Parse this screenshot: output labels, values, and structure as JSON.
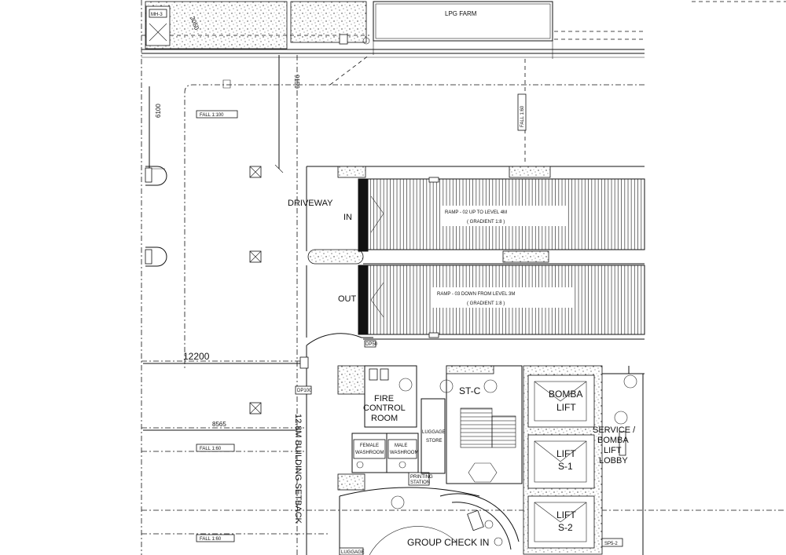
{
  "labels": {
    "lpg_farm": "LPG FARM",
    "mh": "MH-3",
    "dim_3050": "3050",
    "dim_9150": "9150",
    "dim_6100": "6100",
    "dim_12200": "12200",
    "dim_8565": "8565",
    "fall_100": "FALL 1:100",
    "fall_60_a": "FALL 1:60",
    "fall_60_b": "FALL 1:60",
    "fall_60_vert": "FALL 1:60",
    "driveway": "DRIVEWAY",
    "in": "IN",
    "out": "OUT",
    "ramp_up_1": "RAMP - 02 UP TO LEVEL 4M",
    "ramp_up_2": "( GRADIENT 1:8 )",
    "ramp_down_1": "RAMP - 03 DOWN FROM LEVEL 3M",
    "ramp_down_2": "( GRADIENT 1:8 )",
    "setback": "12.8M BUILDING SETBACK",
    "fire_control_1": "FIRE",
    "fire_control_2": "CONTROL",
    "fire_control_3": "ROOM",
    "female_wash_1": "FEMALE",
    "female_wash_2": "WASHROOM",
    "male_wash_1": "MALE",
    "male_wash_2": "WASHROOM",
    "luggage_store_1": "LUGGAGE",
    "luggage_store_2": "STORE",
    "printing_1": "PRINTING",
    "printing_2": "STATION",
    "stair": "ST-C",
    "bomba_lift_1": "BOMBA",
    "bomba_lift_2": "LIFT",
    "lobby_1": "SERVICE /",
    "lobby_2": "BOMBA",
    "lobby_3": "LIFT",
    "lobby_4": "LOBBY",
    "lift_s1_1": "LIFT",
    "lift_s1_2": "S-1",
    "lift_s2_1": "LIFT",
    "lift_s2_2": "S-2",
    "group_check_in": "GROUP CHECK IN",
    "luggage": "LUGGAGE",
    "dp_1": "DP50",
    "dp_2": "DP100",
    "sp": "SP5-2"
  }
}
